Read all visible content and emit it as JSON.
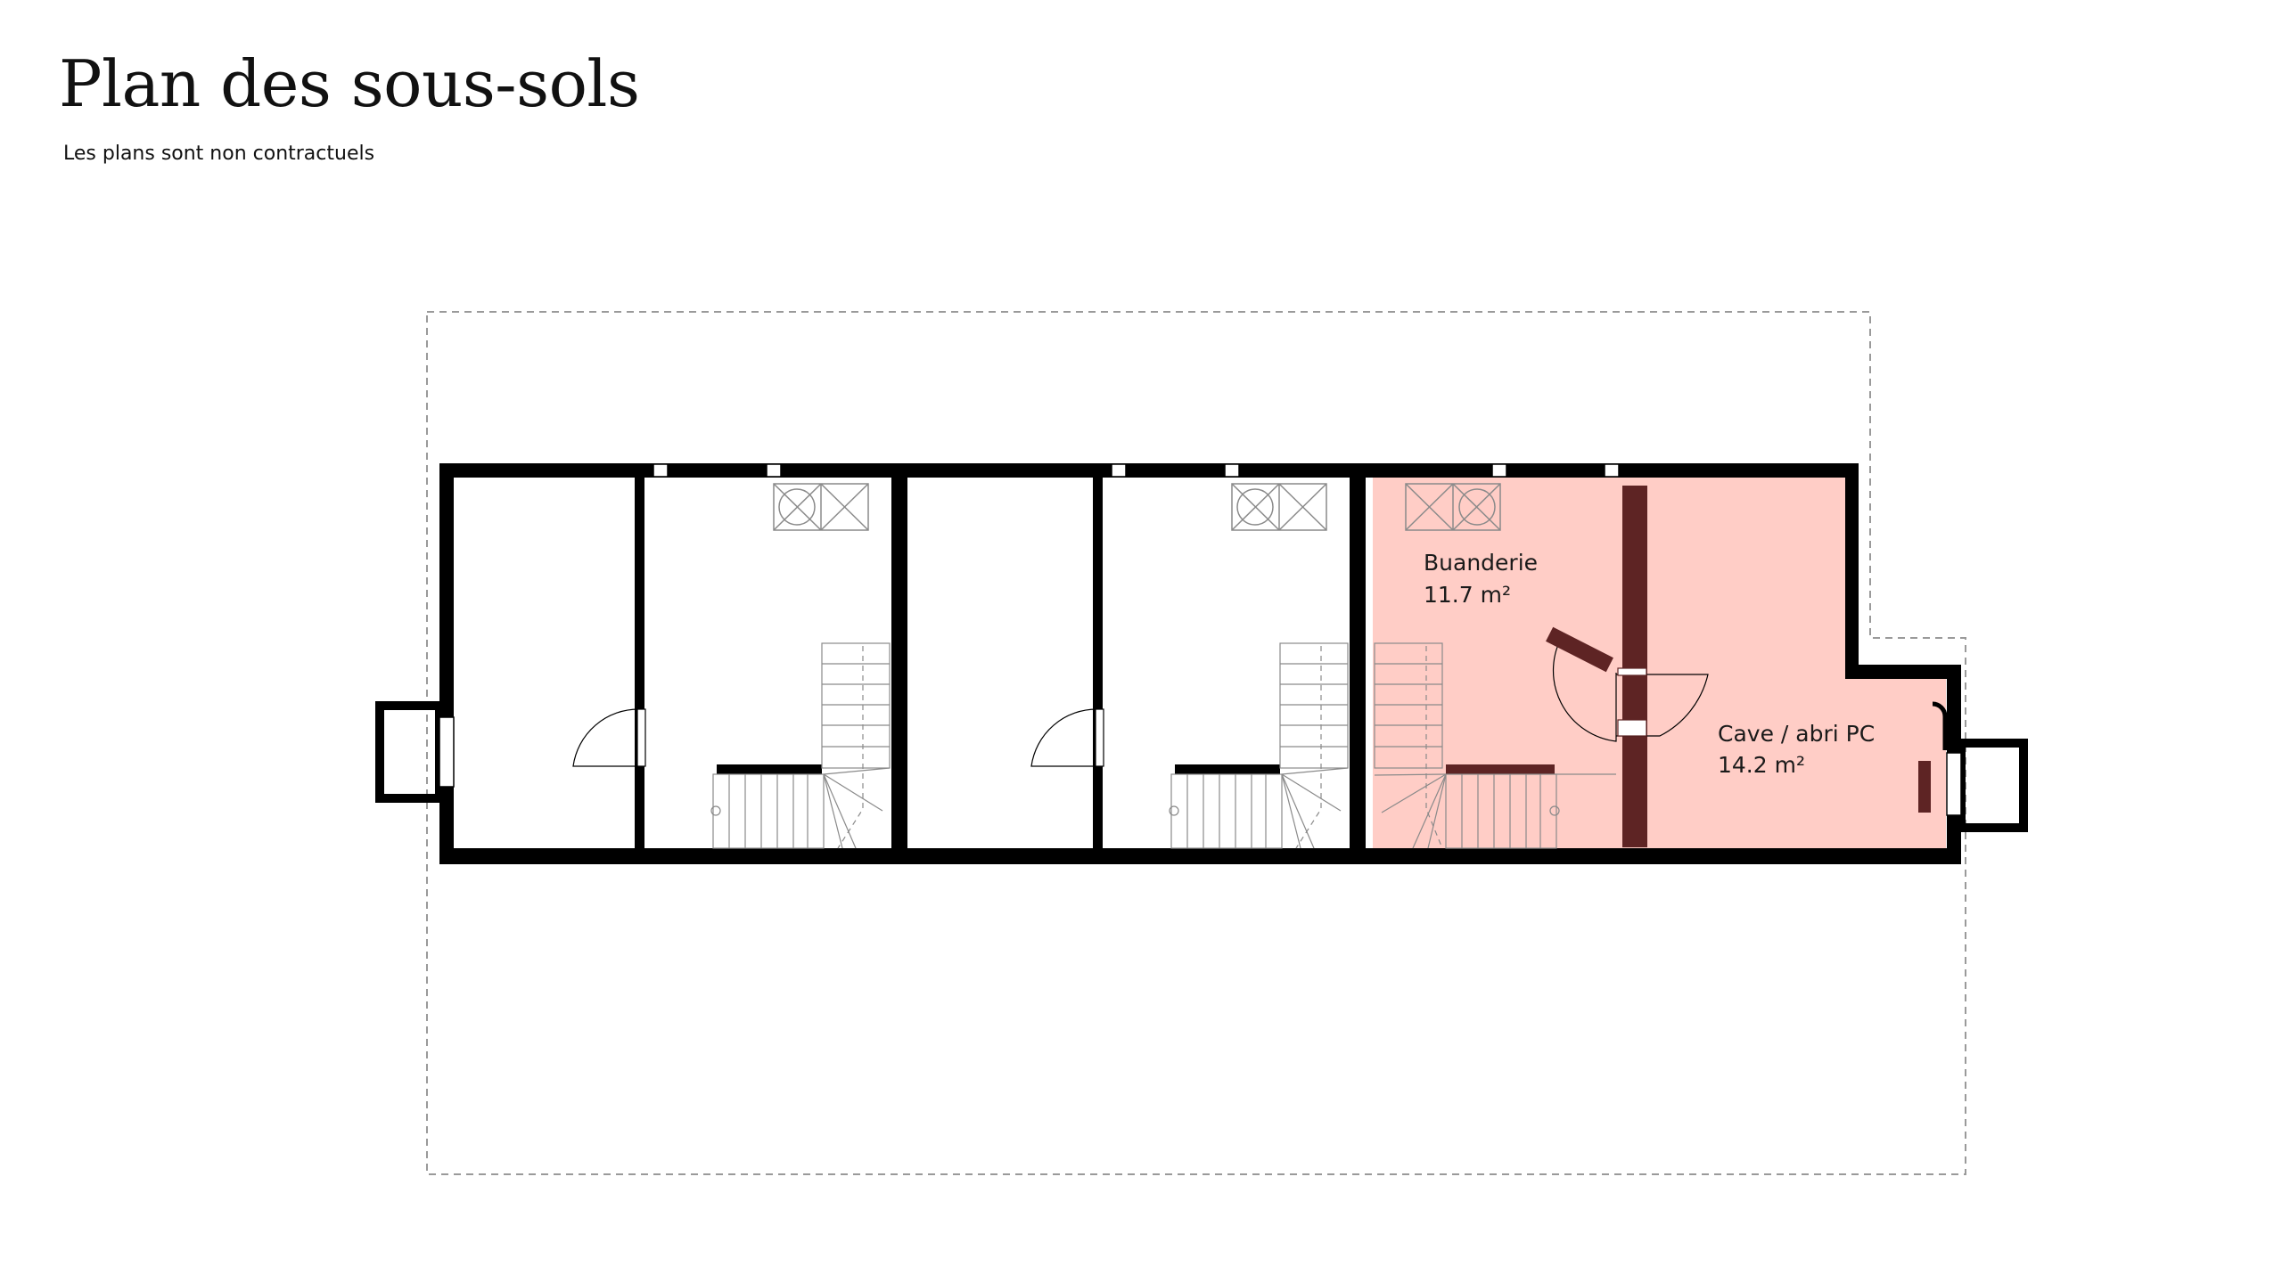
{
  "header": {
    "title": "Plan des sous-sols",
    "subtitle": "Les plans sont non contractuels"
  },
  "rooms": [
    {
      "name": "Buanderie",
      "area": "11.7 m²"
    },
    {
      "name": "Cave / abri PC",
      "area": "14.2 m²"
    }
  ],
  "colors": {
    "wall": "#000000",
    "highlight_fill": "#ffcdc6",
    "highlight_wall": "#5e2424",
    "dashed_outline": "#9a9a9a",
    "fixture_line": "#8a8a8a"
  }
}
